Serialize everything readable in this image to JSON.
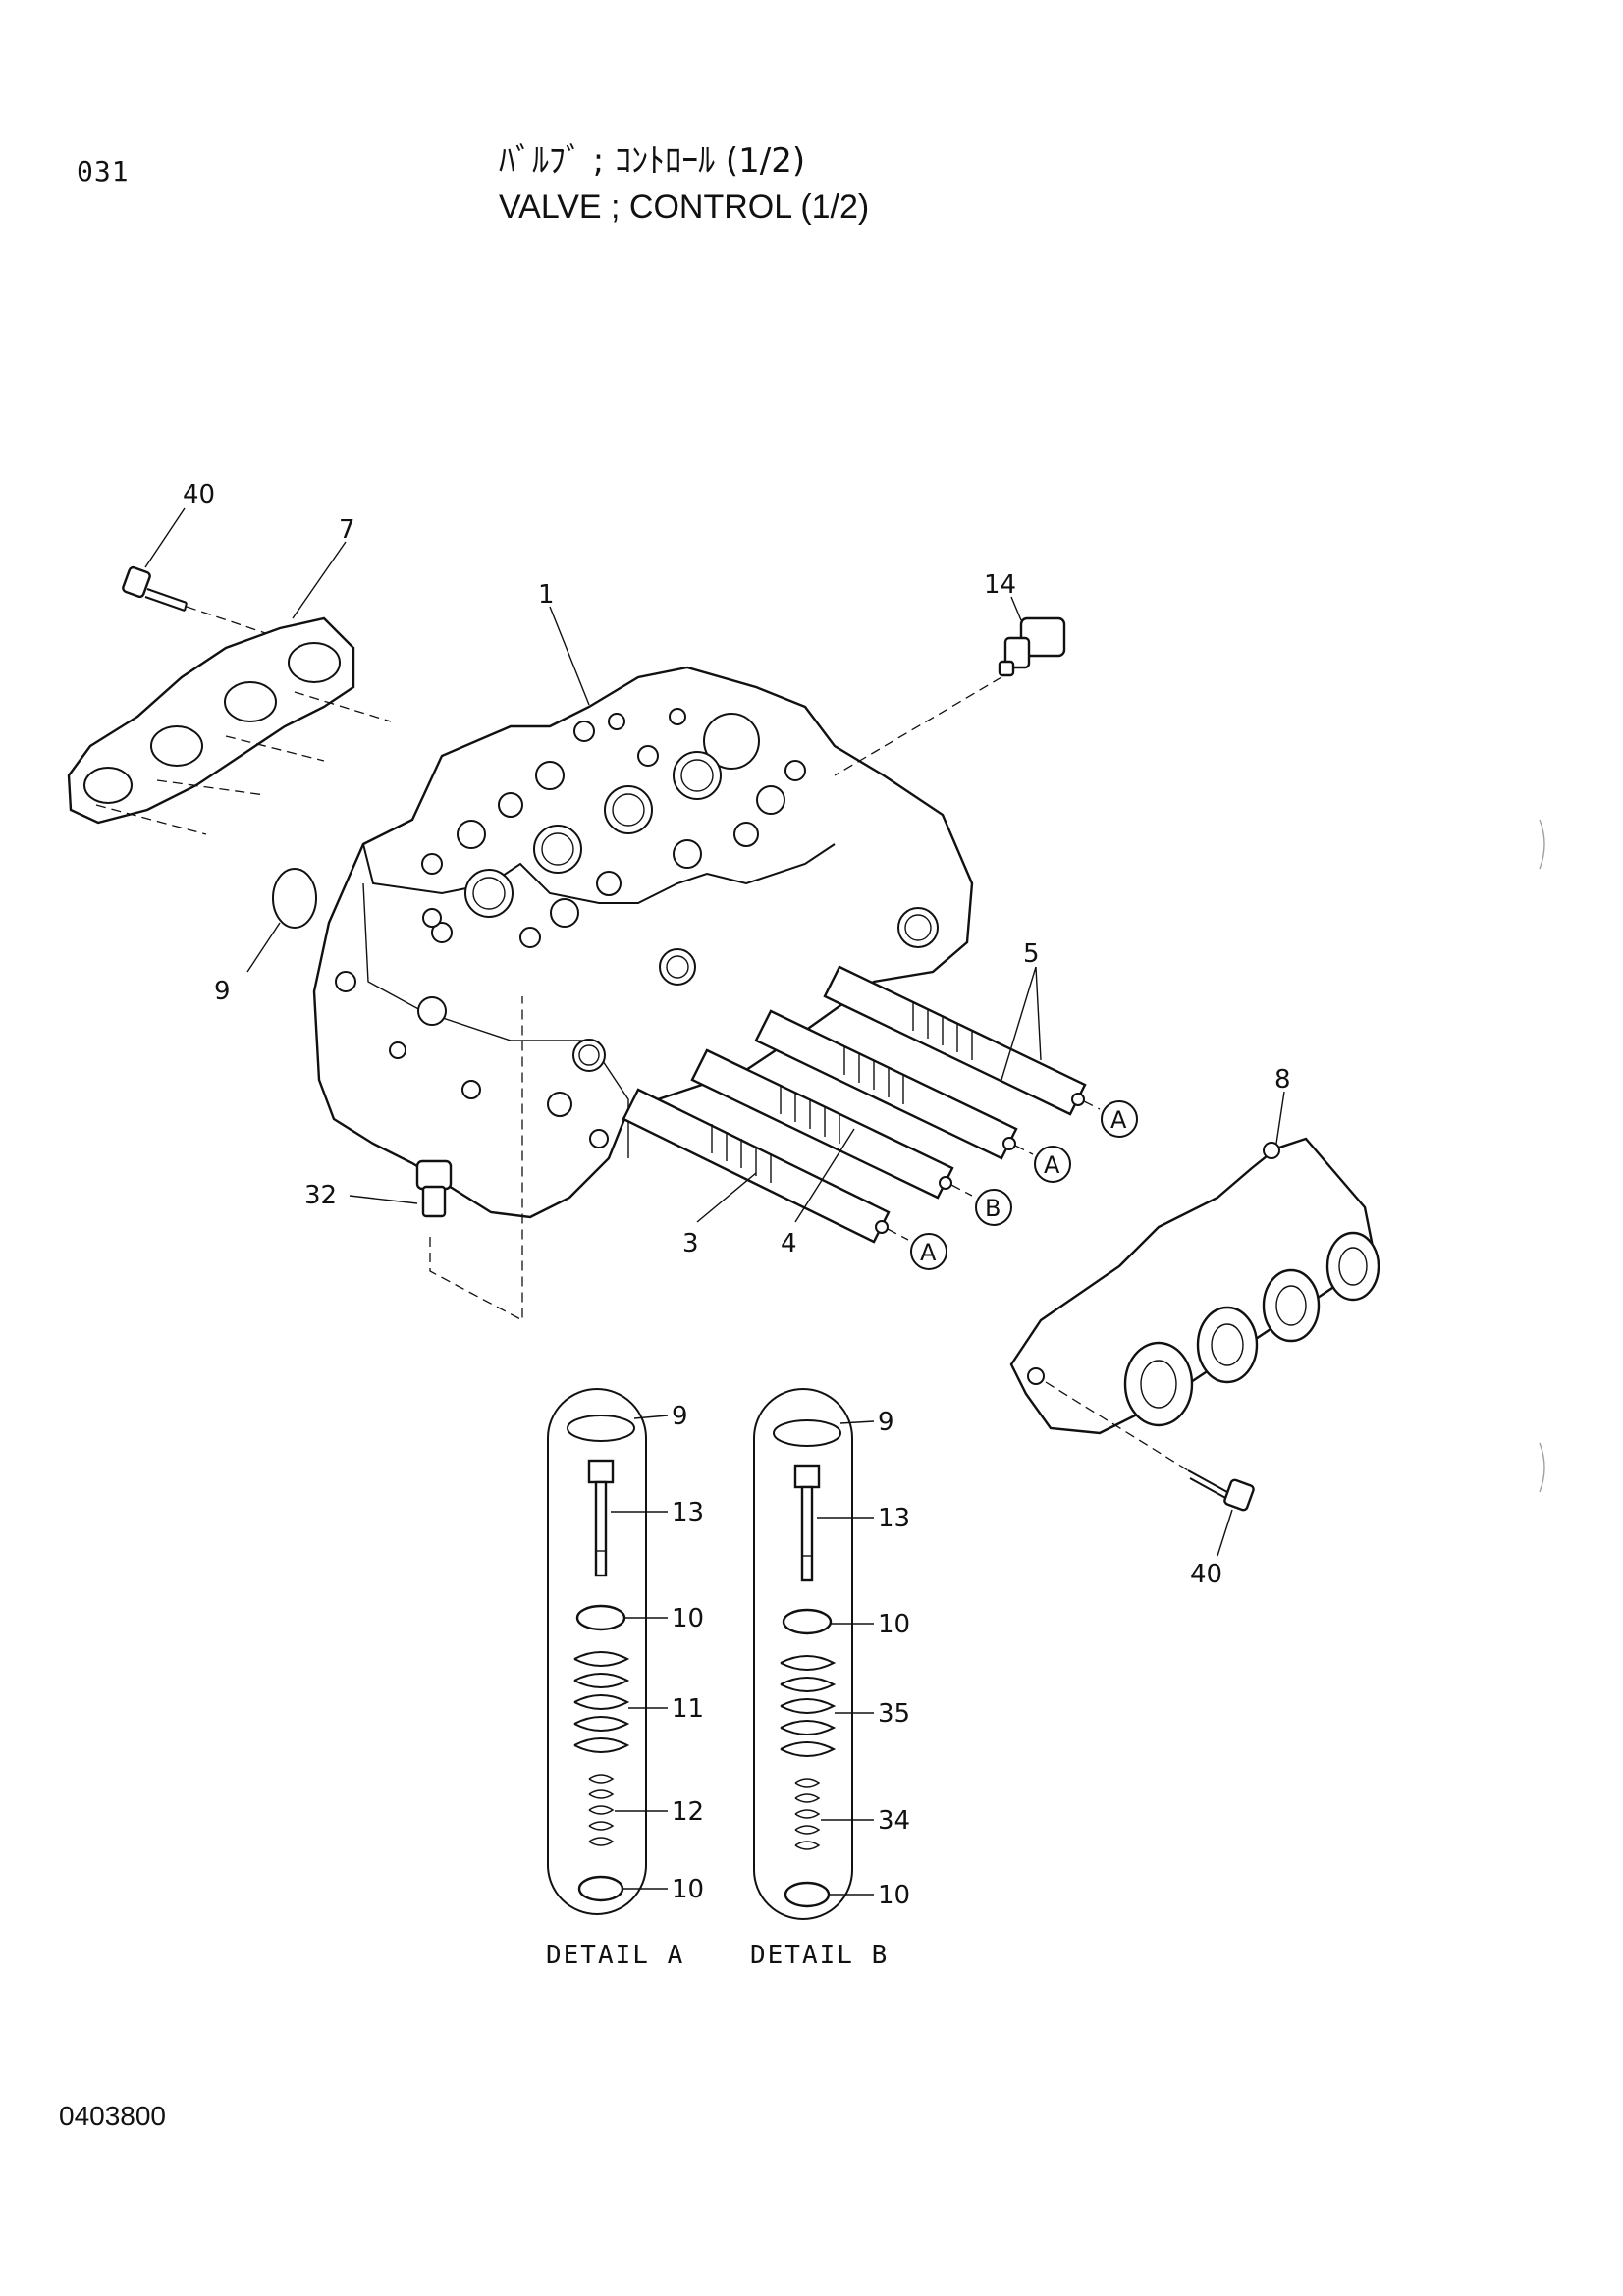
{
  "header": {
    "page_number": "031",
    "title_jp": "ﾊﾞﾙﾌﾞ ; ｺﾝﾄﾛｰﾙ (1/2)",
    "title_en": "VALVE ; CONTROL (1/2)"
  },
  "footer": {
    "document_id": "0403800"
  },
  "callouts": {
    "c40a": "40",
    "c7": "7",
    "c1": "1",
    "c14": "14",
    "c9": "9",
    "c5": "5",
    "c8": "8",
    "c32": "32",
    "c3": "3",
    "c4": "4",
    "c40b": "40"
  },
  "detail_markers": {
    "a1": "A",
    "a2": "A",
    "b1": "B",
    "a3": "A"
  },
  "detail_a": {
    "caption": "DETAIL A",
    "items": [
      "9",
      "13",
      "10",
      "11",
      "12",
      "10"
    ]
  },
  "detail_b": {
    "caption": "DETAIL B",
    "items": [
      "9",
      "13",
      "10",
      "35",
      "34",
      "10"
    ]
  }
}
